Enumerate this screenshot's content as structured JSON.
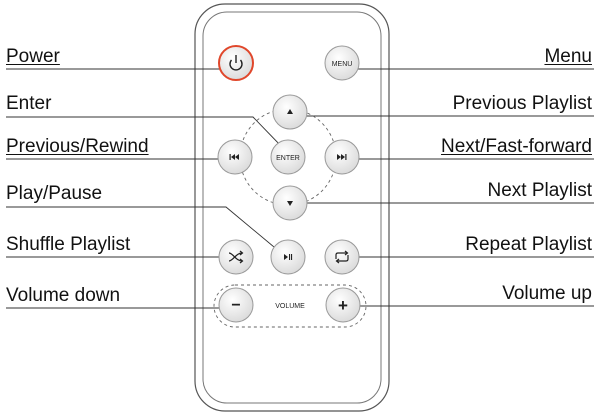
{
  "labels": {
    "power": "Power",
    "menu": "Menu",
    "enter": "Enter",
    "previous_playlist": "Previous Playlist",
    "previous_rewind": "Previous/Rewind",
    "next_fast_forward": "Next/Fast-forward",
    "play_pause": "Play/Pause",
    "next_playlist": "Next Playlist",
    "shuffle_playlist": "Shuffle Playlist",
    "repeat_playlist": "Repeat Playlist",
    "volume_down": "Volume down",
    "volume_up": "Volume up"
  },
  "buttons": {
    "power_icon": "power-icon",
    "menu_text": "MENU",
    "enter_text": "ENTER",
    "volume_text": "VOLUME",
    "minus_text": "−",
    "plus_text": "+"
  },
  "colors": {
    "power_ring": "#e0472b",
    "line": "#333333",
    "button_fill": "#f2f2f2",
    "remote_outline": "#555555"
  }
}
